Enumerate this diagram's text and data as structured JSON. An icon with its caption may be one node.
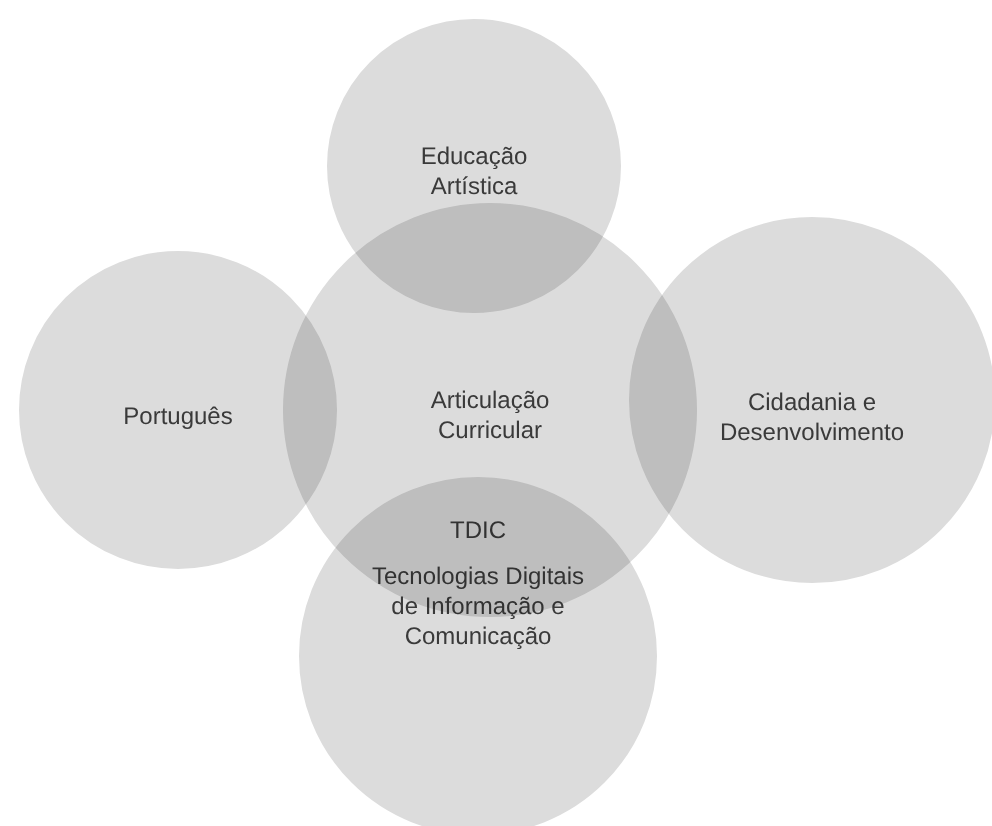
{
  "diagram": {
    "nodes": [
      {
        "text": [
          "Educação Artística"
        ]
      },
      {
        "text": [
          "Português"
        ]
      },
      {
        "text": [
          "Articulação Curricular"
        ]
      },
      {
        "text": [
          "Cidadania e Desenvolvimento"
        ]
      },
      {
        "text": [
          "TDIC",
          "Tecnologias Digitais de Informação e Comunicação"
        ]
      }
    ]
  }
}
